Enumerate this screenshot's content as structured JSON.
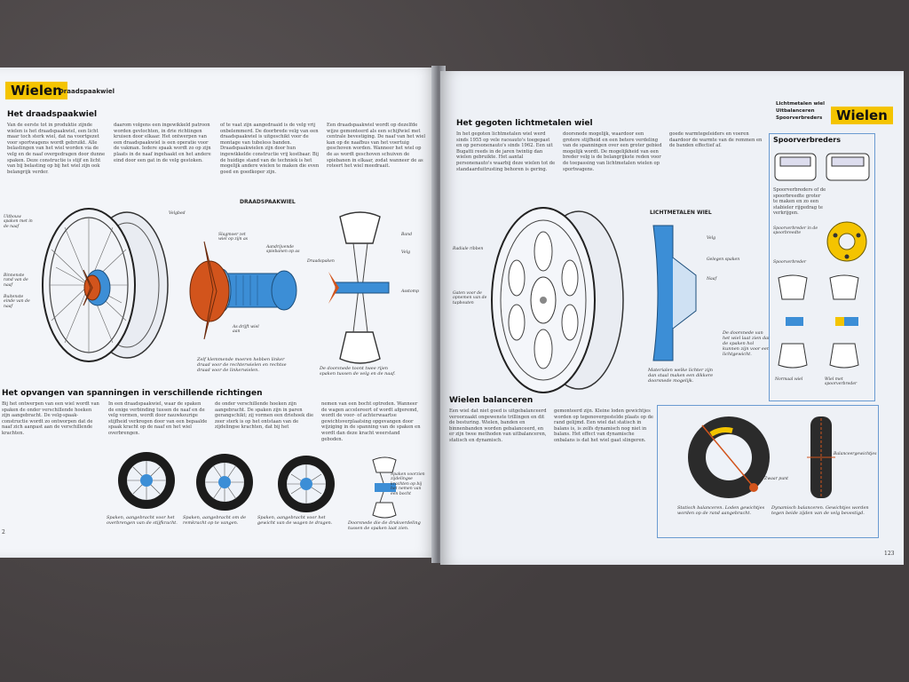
{
  "left": {
    "tag": "Wielen",
    "subtitle": "Draadspaakwiel",
    "heading1": "Het draadspaakwiel",
    "col1": "Van de eerste tot in produktie zijnde wielen is het draadspaakwiel, een licht maar toch sterk wiel, dat na voortgezet voor sportwagens wordt gebruikt. Alle belastingen van het wiel worden via de velg en de naaf overgedragen door dunne spaken. Deze constructie is stijf en licht van bij belasting op bij het wiel zijn ook belangrijk verder.",
    "col2": "daarom volgens een ingewikkeld patroon worden gevlochten, in drie richtingen kruisen door elkaar. Het ontwerpen van een draadspaakwiel is een operatie voor de vakman. Iedere spaak wordt zo op zijn plaats in de naaf ingehaakt en het andere eind door een gat in de velg gestoken.",
    "col3": "of te vaat zijn aangedraaid is de velg vrij onbelemmerd. De doorbrede velg van een draadspaakwiel is uitgeschikt voor de montage van tubeless banden. Draadspaakwielen zijn door hun ingewikkelde constructie vrij kostbaar. Bij de huidige stand van de techniek is het mogelijk andere wielen te maken die even goed en goedkoper zijn.",
    "col4": "Een draadspaakwiel wordt op dezelfde wijze gemonteerd als een schijfwiel met centrale bevestiging. De naaf van het wiel kan op de naafbus van het voertuig geschoven worden. Wanneer het wiel op de as wordt geschoven schuiven de spiebanen in elkaar, zodat wanneer de as roteert het wiel meedraait.",
    "diagram_title": "DRAADSPAAKWIEL",
    "label_a": "Velgbed",
    "label_b": "Uitbouw spaken met in de naaf",
    "label_c": "Binnenste rand van de naaf",
    "label_d": "Buitenste einde van de naaf",
    "label_e": "Slagmoer zet wiel op zijn as",
    "label_f": "Aandrijvende spiebanen op as",
    "label_g": "As drijft wiel aan",
    "label_h": "Band",
    "label_i": "Velg",
    "label_j": "Draadspaken",
    "label_k": "Asstomp",
    "caption_knockoff": "Zelf klemmende moeren hebben linker draad voor de rechterwielen en rechtse draad voor de linkerwielen.",
    "caption_section": "De doorsnede toont twee rijen spaken tussen de velg en de naaf.",
    "heading2": "Het opvangen van spanningen in verschillende richtingen",
    "col5": "In een draadspaakwiel, waar de spaken de enige verbinding tussen de naaf en de velg vormen, wordt door nauwkeurige stijfheid verkregen door van een bepaalde spaak kracht op de naaf en het wiel overbrengen.",
    "col6": "de onder verschillende hoeken zijn aangebracht. De spaken zijn in paren gerangschikt; zij vormen een driehoek die zeer sterk is op het ontstaan van de zijdelingse krachten, dat bij het",
    "col7": "nemen van een bocht optreden. Wanneer de wagen accelereert of wordt afgeremd, wordt de voor- of achterwaartse gewichtsverplaatsing opgevangen door wijziging in de spanning van de spaken en wordt dan deze kracht weerstand geboden.",
    "col8": "Bij het ontwerpen van een wiel wordt van spaken de onder verschillende hoeken zijn aangebracht. De velg-spaak-constructie wordt zo ontworpen dat de naaf zich aanpast aan de verschillende krachten.",
    "cap1": "Spaken, aangebracht voor het overbrengen van de stijfkracht.",
    "cap2": "Spaken, aangebracht om de remkracht op te vangen.",
    "cap3": "Spaken, aangebracht voor het gewicht van de wagen te dragen.",
    "cap4": "Doorsnede die de drukverdeling tussen de spaken laat zien.",
    "label_l": "Spaken voorzien zijdelingse krachten op bij het nemen van een bocht",
    "page_no": "2"
  },
  "right": {
    "tag": "Wielen",
    "subtitle1": "Lichtmetalen wiel",
    "subtitle2": "Uitbalanceren",
    "subtitle3": "Spoorverbreders",
    "heading1": "Het gegoten lichtmetalen wiel",
    "col1": "In het gegoten lichtmetalen wiel werd sinds 1955 op vele raceauto's toegepast en op personenauto's sinds 1962. Een uit Bugatti reeds in de jaren twintig dan wielen gebruikte. Het aantal personenauto's waarbij deze wielen tot de standaarduitrusting behoren is gering.",
    "col2": "doorsnede mogelijk, waardoor een grotere stijfheid en een betere verdeling van de spanningen over een groter gebied mogelijk wordt. De mogelijkheid van een breder velg is de belangrijkste reden voor de toepassing van lichtmetalen wielen op sportwagens.",
    "col3": "goede warmtegeleiders en voeren daardoor de warmte van de remmen en de banden effectief af.",
    "diagram_title": "LICHTMETALEN WIEL",
    "label_a": "Velg",
    "label_b": "Gelegen spaken",
    "label_c": "Naaf",
    "label_d": "Radiale ribben",
    "label_e": "Gaten voor de opnemen van de tapbouten",
    "caption_section": "De doorsnede van het wiel laat zien dat de spaken hol kunnen zijn voor een lichtgewicht.",
    "caption_mat": "Materialen welke lichter zijn dan staal maken een dikkere doorsnede mogelijk.",
    "heading2": "Wielen balanceren",
    "col4": "Een wiel dat niet goed is uitgebalanceerd veroorzaakt ongewenste trillingen en dit de besturing. Wielen, banden en binnenbanden worden gebalanceerd, en er zijn twee methoden van uitbalanceren, statisch en dynamisch.",
    "col5": "gemonteerd zijn. Kleine loden gewichtjes worden op tegenovergestelde plaats op de rand gelijmd. Een wiel dat statisch in balans is, is zelfs dynamisch nog niet in balans. Het effect van dynamische onbalans is dat het wiel gaat slingeren.",
    "spoor_heading": "Spoorverbreders",
    "spoor_text": "Spoorverbreders of de spoorbreedte groter te maken en zo een stabieler rijgedrag te verkrijgen.",
    "label_f": "Spoorverbreder in de spoorbreedte",
    "label_g": "Spoorverbreder",
    "normal_label": "Normaal wiel",
    "wide_label": "Wiel met spoorverbreder",
    "balance_static": "Statisch balanceren. Loden gewichtjes worden op de rand aangebracht.",
    "balance_dynamic": "Dynamisch balanceren. Gewichtjes worden tegen beide zijden van de velg bevestigd.",
    "label_h": "Balanceergewichtjes",
    "label_i": "Zwaar punt",
    "page_no": "123"
  },
  "colors": {
    "tag": "#f4c400",
    "orange": "#d2541c",
    "blue": "#3c8ed6",
    "box": "#6a9bd1"
  }
}
